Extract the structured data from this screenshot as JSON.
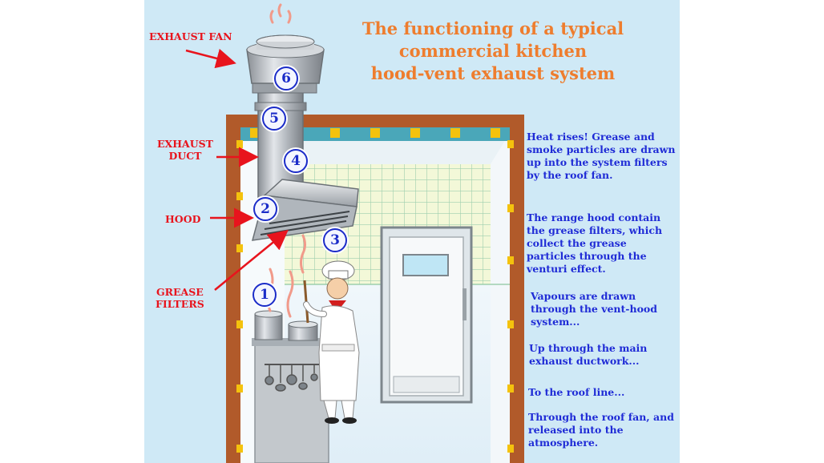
{
  "title": {
    "line1": "The functioning of a typical",
    "line2": "commercial kitchen",
    "line3": "hood-vent exhaust system"
  },
  "labels": {
    "exhaust_fan": "EXHAUST FAN",
    "exhaust_duct_1": "EXHAUST",
    "exhaust_duct_2": "DUCT",
    "hood": "HOOD",
    "grease_filters_1": "GREASE",
    "grease_filters_2": "FILTERS"
  },
  "markers": [
    "1",
    "2",
    "3",
    "4",
    "5",
    "6"
  ],
  "notes": [
    "Heat rises! Grease and smoke particles are drawn up into the system filters by the roof fan.",
    "The range hood contain the grease filters, which collect the grease particles through the venturi effect.",
    "Vapours are drawn through the vent-hood system...",
    "Up through the main exhaust ductwork...",
    "To the roof line...",
    "Through the roof fan, and released into the atmosphere."
  ],
  "colors": {
    "background": "#cfe9f6",
    "title": "#ee7d2e",
    "labels": "#e8141d",
    "notes": "#1f2bd6",
    "wall": "#b15a2a",
    "tile_yellow": "#f4c20d",
    "tile_teal": "#4aa7b9"
  }
}
